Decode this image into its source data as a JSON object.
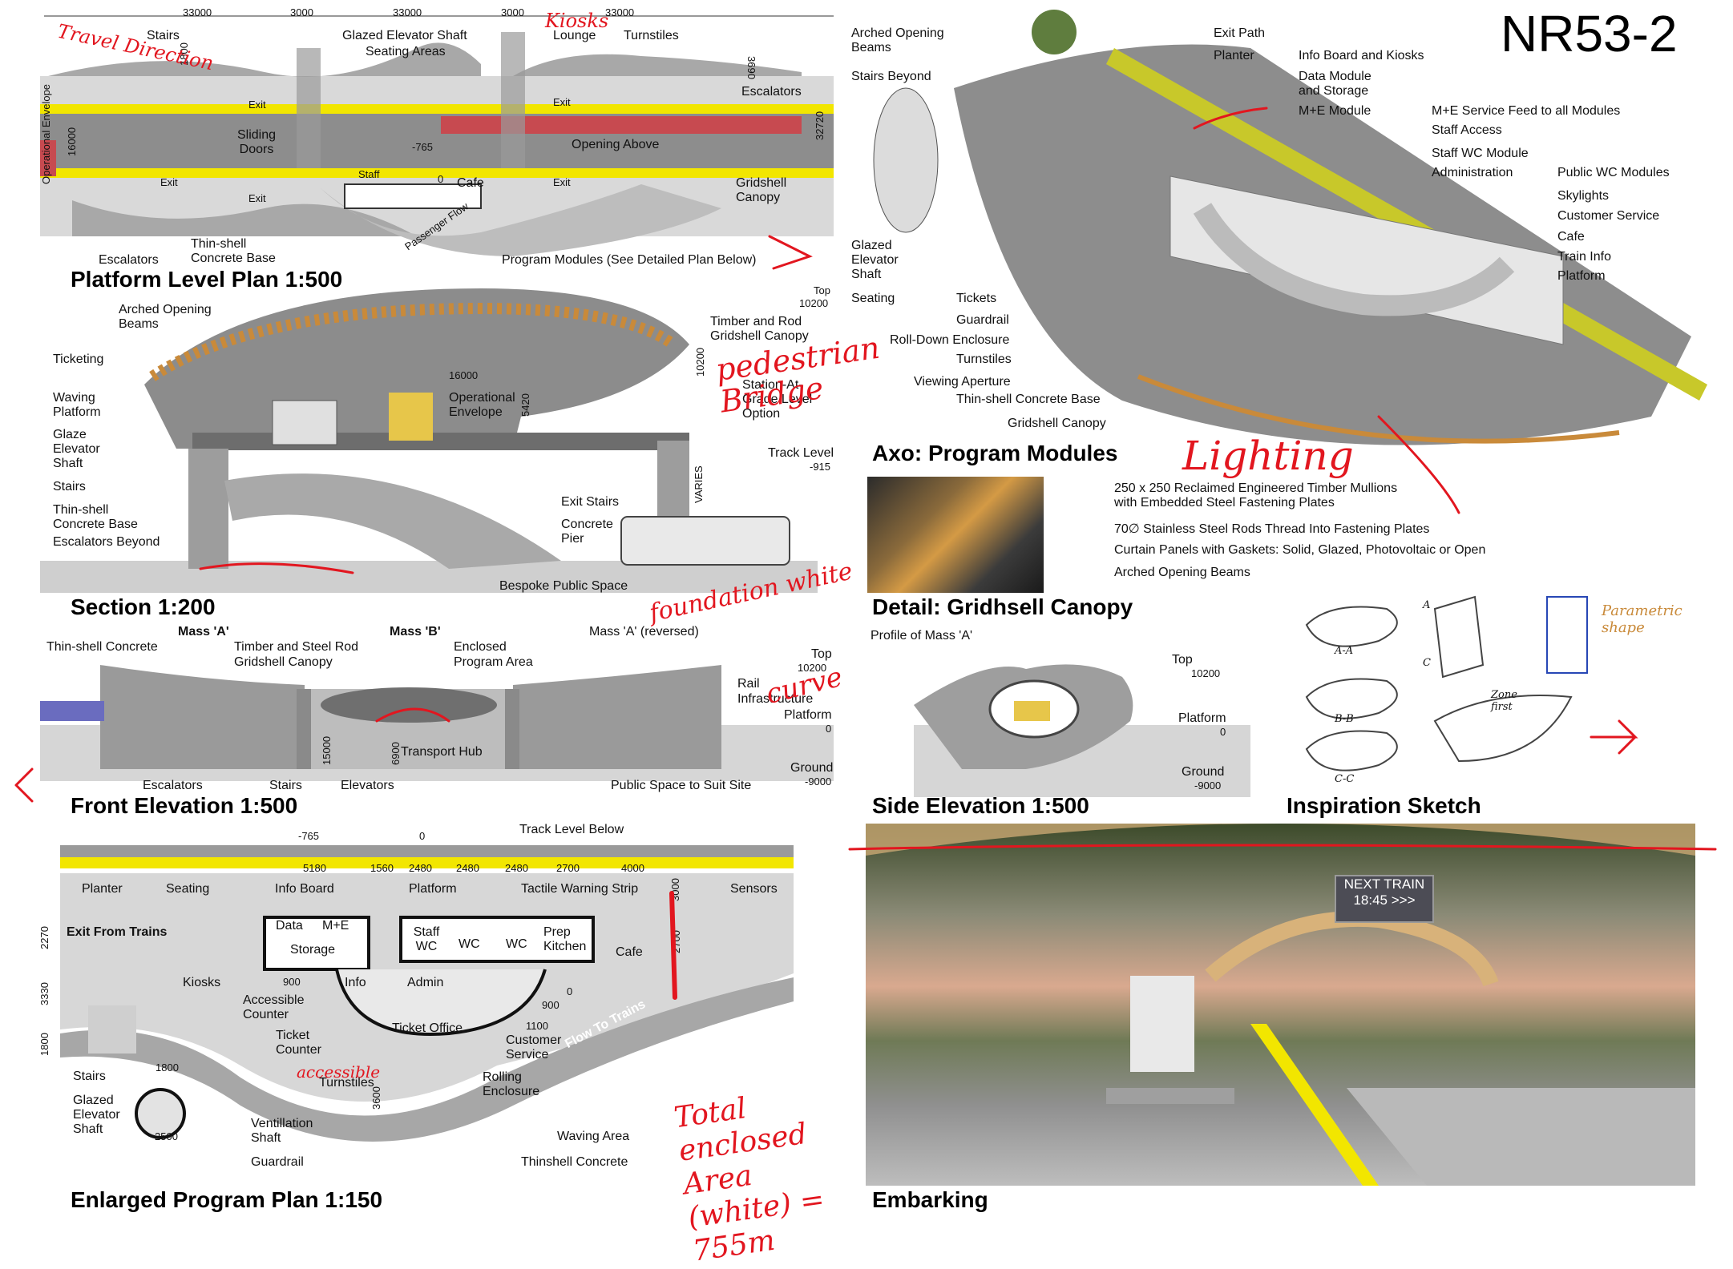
{
  "sheet": {
    "code": "NR53-2"
  },
  "panels": {
    "platform_plan": {
      "title": "Platform Level Plan 1:500",
      "labels": [
        "Stairs",
        "Glazed Elevator Shaft",
        "Seating Areas",
        "Lounge",
        "Turnstiles",
        "Escalators",
        "Sliding Doors",
        "Opening Above",
        "Exit",
        "Exit",
        "Exit",
        "Exit",
        "Exit",
        "Staff",
        "Cafe",
        "Gridshell Canopy",
        "Passenger Flow",
        "Escalators",
        "Thin-shell Concrete Base",
        "Program Modules (See Detailed Plan Below)",
        "Operational Envelope"
      ],
      "dims": [
        "33000",
        "3000",
        "33000",
        "3000",
        "33000",
        "1800",
        "3690",
        "16000",
        "32720",
        "-765",
        "0"
      ]
    },
    "section": {
      "title": "Section 1:200",
      "labels": [
        "Arched Opening Beams",
        "Timber and Rod Gridshell Canopy",
        "Ticketing",
        "Waving Platform",
        "Glaze Elevator Shaft",
        "Stairs",
        "Thin-shell Concrete Base",
        "Escalators Beyond",
        "Operational Envelope",
        "Station-At-Grade Level Option",
        "Track Level",
        "Exit Stairs",
        "Concrete Pier",
        "Bespoke Public Space"
      ],
      "dims": [
        "Top",
        "10200",
        "16000",
        "5420",
        "10200",
        "-915",
        "VARIES"
      ]
    },
    "front_elevation": {
      "title": "Front Elevation 1:500",
      "labels": [
        "Mass 'A'",
        "Mass 'B'",
        "Mass 'A' (reversed)",
        "Thin-shell Concrete",
        "Timber and Steel Rod",
        "Gridshell Canopy",
        "Enclosed",
        "Program Area",
        "Rail",
        "Infrastructure",
        "Transport Hub",
        "Escalators",
        "Stairs",
        "Elevators",
        "Public Space to Suit Site"
      ],
      "levels": [
        {
          "name": "Top",
          "value": "10200"
        },
        {
          "name": "Platform",
          "value": "0"
        },
        {
          "name": "Ground",
          "value": "-9000"
        }
      ],
      "dims": [
        "15000",
        "6900"
      ]
    },
    "axo": {
      "title": "Axo: Program Modules",
      "left_labels": [
        "Arched Opening Beams",
        "Stairs Beyond",
        "Glazed Elevator Shaft",
        "Seating",
        "Tickets",
        "Guardrail",
        "Roll-Down Enclosure",
        "Turnstiles",
        "Viewing Aperture",
        "Thin-shell Concrete Base",
        "Gridshell Canopy"
      ],
      "right_labels": [
        "Exit Path",
        "Planter",
        "Info Board and Kiosks",
        "Data Module and Storage",
        "M+E Module",
        "M+E Service Feed to all Modules",
        "Staff Access",
        "Staff WC Module",
        "Administration",
        "Public WC Modules",
        "Skylights",
        "Customer Service",
        "Cafe",
        "Train Info",
        "Platform"
      ]
    },
    "detail": {
      "title": "Detail: Gridhsell Canopy",
      "labels": [
        "250 x 250 Reclaimed Engineered Timber Mullions with Embedded Steel Fastening Plates",
        "70∅ Stainless Steel Rods Thread Into Fastening Plates",
        "Curtain Panels with Gaskets: Solid, Glazed, Photovoltaic or Open",
        "Arched Opening Beams"
      ]
    },
    "side_elevation": {
      "title": "Side Elevation 1:500",
      "labels": [
        "Profile of Mass 'A'"
      ],
      "levels": [
        {
          "name": "Top",
          "value": "10200"
        },
        {
          "name": "Platform",
          "value": "0"
        },
        {
          "name": "Ground",
          "value": "-9000"
        }
      ]
    },
    "sketch": {
      "title": "Inspiration Sketch",
      "sketch_labels": [
        "A-A",
        "B-B",
        "C-C",
        "A",
        "C",
        "Zone first"
      ]
    },
    "program_plan": {
      "title": "Enlarged Program Plan 1:150",
      "labels": [
        "Track Level Below",
        "Planter",
        "Seating",
        "Info Board",
        "Platform",
        "Tactile Warning Strip",
        "Sensors",
        "Exit From Trains",
        "Data",
        "M+E",
        "Storage",
        "Staff WC",
        "WC",
        "WC",
        "Prep Kitchen",
        "Cafe",
        "Kiosks",
        "Info",
        "Admin",
        "Accessible Counter",
        "Ticket Counter",
        "Ticket Office",
        "Customer Service",
        "Flow To Trains",
        "Rolling Enclosure",
        "Turnstiles",
        "Stairs",
        "Glazed Elevator Shaft",
        "Ventillation Shaft",
        "Waving Area",
        "Guardrail",
        "Thinshell Concrete"
      ],
      "dims": [
        "-765",
        "0",
        "5180",
        "1560",
        "2480",
        "2480",
        "2480",
        "2700",
        "4000",
        "3000",
        "2700",
        "2270",
        "3330",
        "1800",
        "900",
        "900",
        "0",
        "1100",
        "3600",
        "1800",
        "2500"
      ]
    },
    "embarking": {
      "title": "Embarking",
      "sign": {
        "line1": "NEXT TRAIN",
        "line2": "18:45 >>>"
      }
    }
  },
  "annotations": {
    "color": "#e2161f",
    "items": [
      "Travel Direction",
      "Kiosks",
      "pedestrian Bridge",
      "Lighting",
      "foundation white",
      "curve",
      "Parametric shape",
      "Total enclosed Area (white) = 755m",
      "accessible"
    ]
  },
  "colors": {
    "yellow_edge": "#f2e600",
    "track_red": "#c74a50",
    "concrete": "#b9b9b9",
    "timber": "#c98a3a",
    "annotation": "#e2161f"
  }
}
